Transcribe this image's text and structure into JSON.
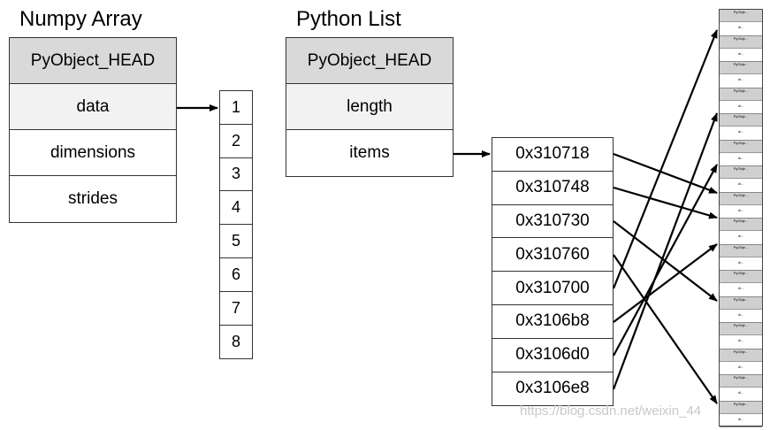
{
  "numpy": {
    "title": "Numpy Array",
    "fields": [
      "PyObject_HEAD",
      "data",
      "dimensions",
      "strides"
    ],
    "values": [
      "1",
      "2",
      "3",
      "4",
      "5",
      "6",
      "7",
      "8"
    ]
  },
  "pylist": {
    "title": "Python List",
    "fields": [
      "PyObject_HEAD",
      "length",
      "items"
    ],
    "addresses": [
      "0x310718",
      "0x310748",
      "0x310730",
      "0x310760",
      "0x310700",
      "0x3106b8",
      "0x3106d0",
      "0x3106e8"
    ]
  },
  "objects": {
    "head_label": "PyObje...",
    "value_label": "di..."
  },
  "watermark": "https://blog.csdn.net/weixin_44"
}
